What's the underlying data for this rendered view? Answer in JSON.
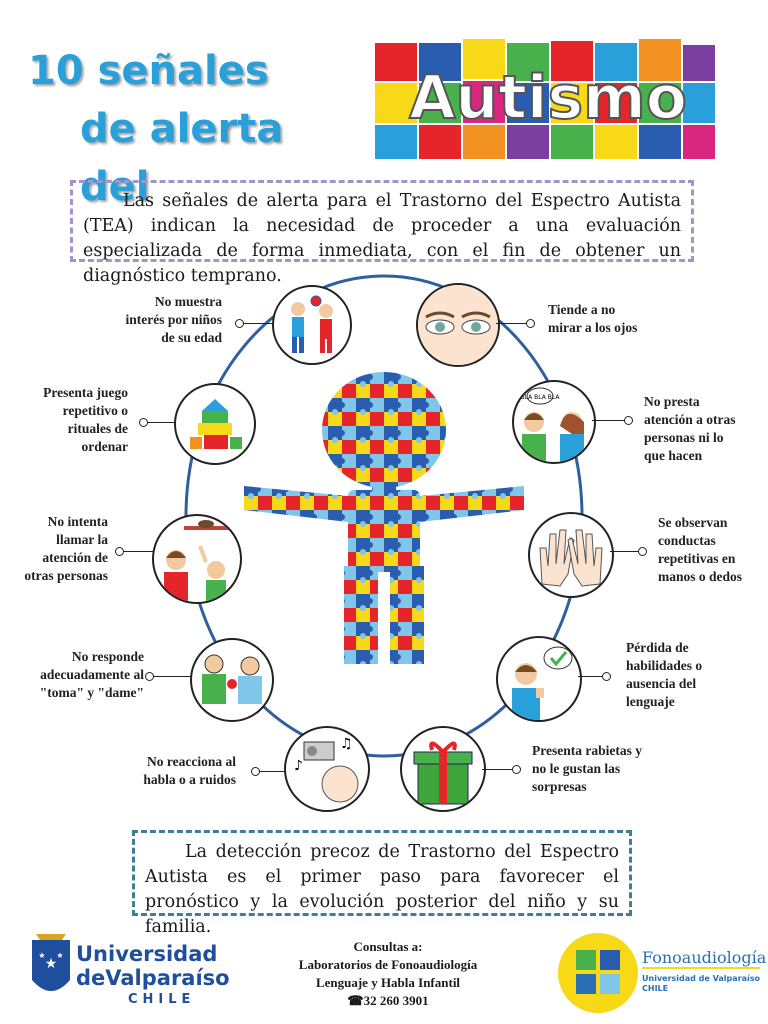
{
  "header": {
    "title_line1": "10 señales",
    "title_line2": "de alerta del",
    "title_word": "Autismo"
  },
  "intro": "Las señales de alerta para el Trastorno del Espectro Autista (TEA) indican la necesidad de proceder a una evaluación especializada de forma inmediata, con el fin de obtener un diagnóstico temprano.",
  "signs": [
    {
      "text": "No muestra\ninterés por niños\nde su edad",
      "icon": "children-playing-icon"
    },
    {
      "text": "Tiende a no\nmirar a los ojos",
      "icon": "eyes-icon"
    },
    {
      "text": "Presenta juego\nrepetitivo o\nrituales de\nordenar",
      "icon": "stacked-blocks-icon"
    },
    {
      "text": "No presta\natención a otras\npersonas ni lo\nque hacen",
      "icon": "talking-people-icon",
      "bubble": "BLA BLA BLA"
    },
    {
      "text": "No intenta\nllamar la\natención de\notras personas",
      "icon": "pointing-people-icon"
    },
    {
      "text": "Se observan\nconductas\nrepetitivas en\nmanos o dedos",
      "icon": "hands-icon"
    },
    {
      "text": "No responde\nadecuadamente al\n\"toma\" y \"dame\"",
      "icon": "giving-object-icon"
    },
    {
      "text": "Pérdida de\nhabilidades o\nausencia del\nlenguaje",
      "icon": "child-thumbs-up-icon"
    },
    {
      "text": "No reacciona al\nhabla o a ruidos",
      "icon": "radio-music-icon"
    },
    {
      "text": "Presenta rabietas y\nno le gustan las\nsorpresas",
      "icon": "gift-box-icon"
    }
  ],
  "conclusion": "La detección precoz de Trastorno del Espectro Autista es el primer paso para favorecer el pronóstico y la evolución posterior del niño y su familia.",
  "footer": {
    "university_line1": "Universidad",
    "university_line2": "deValparaíso",
    "university_line3": "CHILE",
    "contact_heading": "Consultas a:",
    "contact_line1": "Laboratorios de Fonoaudiología",
    "contact_line2": "Lenguaje y Habla Infantil",
    "contact_phone": "☎32 260 3901",
    "fono_title": "Fonoaudiología",
    "fono_sub1": "Universidad de Valparaíso",
    "fono_sub2": "CHILE"
  },
  "colors": {
    "title": "#2aa0db",
    "intro_border": "#a493c9",
    "conclusion_border": "#3f7f93",
    "ring": "#2f5f9e",
    "university": "#1e4e9c"
  }
}
